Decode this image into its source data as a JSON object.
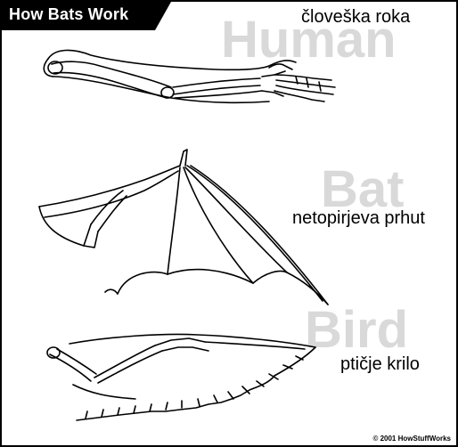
{
  "header": {
    "title": "How Bats Work"
  },
  "watermarks": {
    "human": "Human",
    "bat": "Bat",
    "bird": "Bird"
  },
  "labels": {
    "human": "človeška roka",
    "bat": "netopirjeva prhut",
    "bird": "ptičje krilo"
  },
  "footer": {
    "copyright": "© 2001 HowStuffWorks"
  },
  "colors": {
    "header_bg": "#000000",
    "watermark": "#d9d9d9"
  }
}
